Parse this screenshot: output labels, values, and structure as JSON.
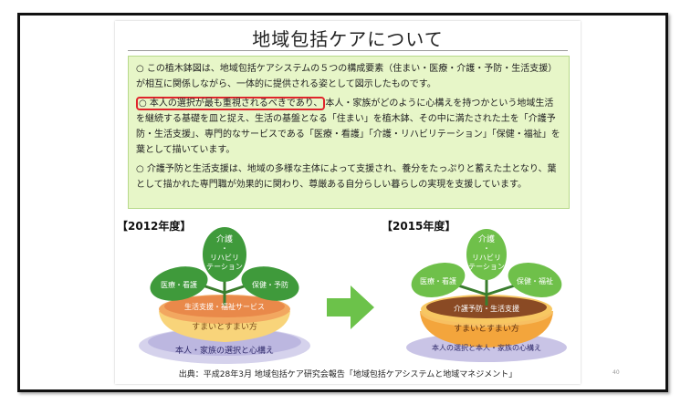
{
  "slide": {
    "title": "地域包括ケアについて",
    "paragraphs": {
      "p1": "○ この植木鉢図は、地域包括ケアシステムの５つの構成要素（住まい・医療・介護・予防・生活支援）が相互に関係しながら、一体的に提供される姿として図示したものです。",
      "p2_highlight": "○ 本人の選択が最も重視されるべきであり、",
      "p2_rest": "本人・家族がどのように心構えを持つかという地域生活を継続する基礎を皿と捉え、生活の基盤となる「住まい」を植木鉢、その中に満たされた土を「介護予防・生活支援」、専門的なサービスである「医療・看護」「介護・リハビリテーション」「保健・福祉」を葉として描いています。",
      "p3": "○ 介護予防と生活支援は、地域の多様な主体によって支援され、養分をたっぷりと蓄えた土となり、葉として描かれた専門職が効果的に関わり、尊厳ある自分らしい暮らしの実現を支援しています。"
    },
    "year_2012": "【2012年度】",
    "year_2015": "【2015年度】",
    "diagram_2012": {
      "leaf_top_1": "介護",
      "leaf_top_2": "・",
      "leaf_top_3": "リハビリ",
      "leaf_top_4": "テーション",
      "leaf_left": "医療・看護",
      "leaf_right": "保健・予防",
      "soil": "生活支援・福祉サービス",
      "pot": "すまいとすまい方",
      "dish": "本人・家族の選択と心構え"
    },
    "diagram_2015": {
      "leaf_top_1": "介護",
      "leaf_top_2": "・",
      "leaf_top_3": "リハビリ",
      "leaf_top_4": "テーション",
      "leaf_left": "医療・看護",
      "leaf_right": "保健・福祉",
      "soil": "介護予防・生活支援",
      "pot": "すまいとすまい方",
      "dish": "本人の選択と本人・家族の心構え"
    },
    "source": "出典：平成28年3月 地域包括ケア研究会報告「地域包括ケアシステムと地域マネジメント」",
    "page_number": "40"
  },
  "colors": {
    "leaf_green": "#3f9a3b",
    "arrow_green": "#6cc24a",
    "box_bg": "#e7f6c8",
    "highlight_red": "#e0252b"
  }
}
